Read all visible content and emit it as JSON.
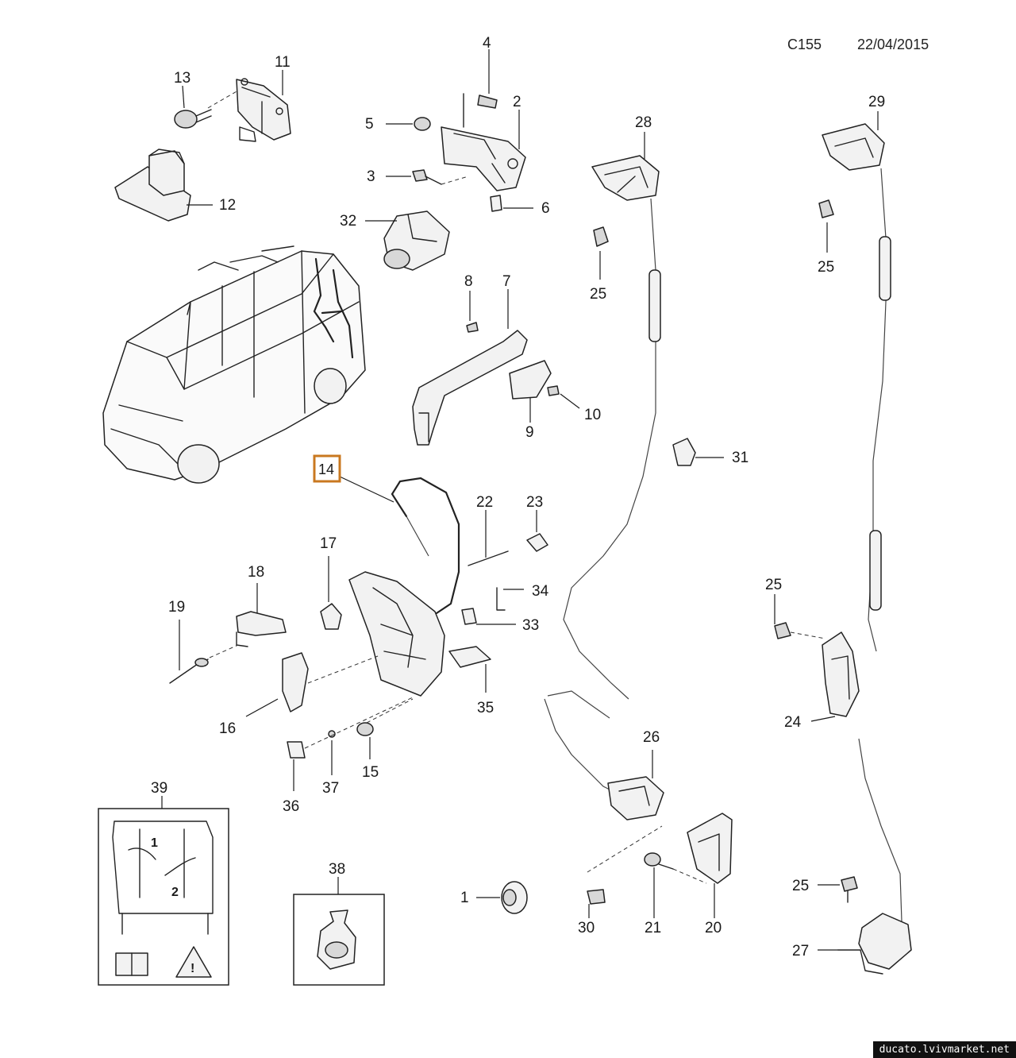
{
  "header": {
    "code": "C155",
    "date": "22/04/2015"
  },
  "highlighted_part": "14",
  "callouts": [
    "1",
    "2",
    "3",
    "4",
    "5",
    "6",
    "7",
    "8",
    "9",
    "10",
    "11",
    "12",
    "13",
    "14",
    "15",
    "16",
    "17",
    "18",
    "19",
    "20",
    "21",
    "22",
    "23",
    "24",
    "25",
    "26",
    "27",
    "28",
    "29",
    "30",
    "31",
    "32",
    "33",
    "34",
    "35",
    "36",
    "37",
    "38",
    "39"
  ],
  "watermark": "ducato.lvivmarket.net",
  "colors": {
    "highlight_border": "#c97820",
    "ink": "#1a1a1a",
    "background": "#ffffff"
  }
}
